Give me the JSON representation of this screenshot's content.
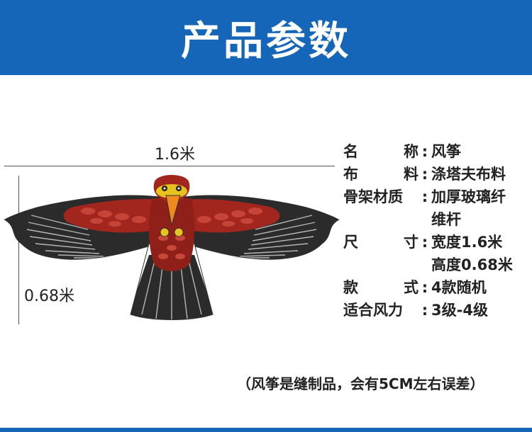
{
  "header": {
    "title": "产品参数"
  },
  "dimensions": {
    "width": "1.6米",
    "height": "0.68米"
  },
  "specs": [
    {
      "label_left": "名",
      "label_right": "称",
      "colon": ":",
      "values": [
        "风筝"
      ]
    },
    {
      "label_left": "布",
      "label_right": "料",
      "colon": ":",
      "values": [
        "涤塔夫布料"
      ]
    },
    {
      "label_full": "骨架材质",
      "colon": ":",
      "values": [
        "加厚玻璃纤",
        "维杆"
      ]
    },
    {
      "label_left": "尺",
      "label_right": "寸",
      "colon": ":",
      "values": [
        "宽度1.6米",
        "高度0.68米"
      ]
    },
    {
      "label_left": "款",
      "label_right": "式",
      "colon": ":",
      "values": [
        "4款随机"
      ]
    },
    {
      "label_full": "适合风力",
      "colon": ":",
      "values": [
        "3级-4级"
      ]
    }
  ],
  "note": "（风筝是缝制品，会有5CM左右误差）",
  "colors": {
    "header_bg": "#1566b8",
    "kite_red": "#a3261e",
    "kite_black": "#2b2b2b",
    "beak": "#f08a1c"
  }
}
